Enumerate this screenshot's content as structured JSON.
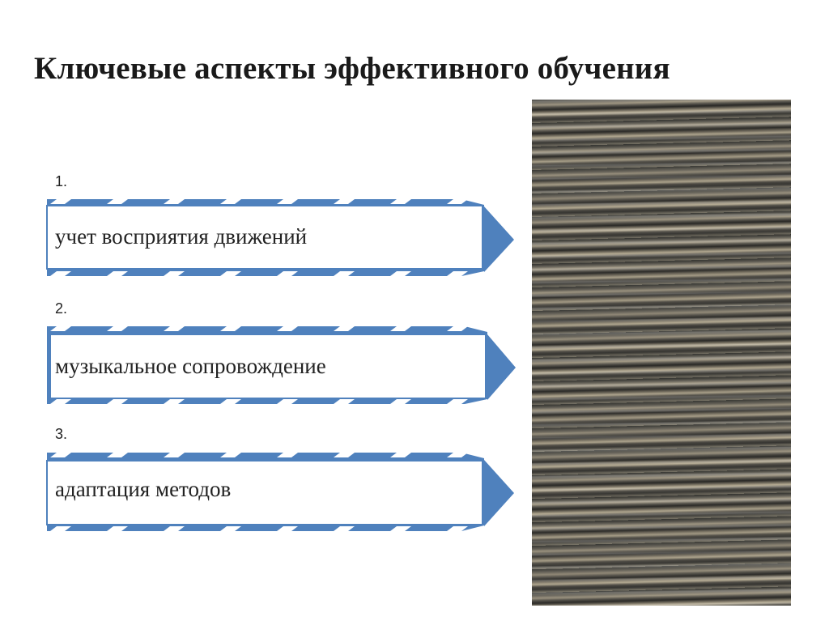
{
  "slide": {
    "title": "Ключевые аспекты эффективного обучения"
  },
  "items": [
    {
      "number": "1.",
      "text": "учет восприятия движений"
    },
    {
      "number": "2.",
      "text": "музыкальное сопровождение"
    },
    {
      "number": "3.",
      "text": "адаптация методов"
    }
  ],
  "colors": {
    "accent": "#4f81bd",
    "box_border": "#4f81bd",
    "text": "#222222"
  },
  "image": {
    "description_icon": "striped-texture-image"
  }
}
